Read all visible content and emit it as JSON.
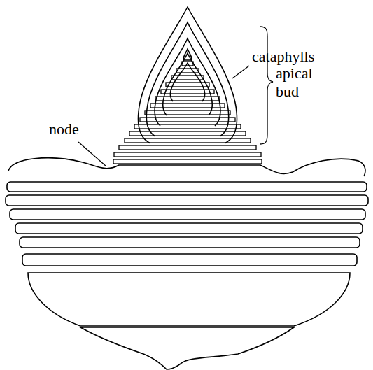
{
  "diagram": {
    "labels": [
      "cataphylls",
      "apical bud",
      "node"
    ]
  }
}
